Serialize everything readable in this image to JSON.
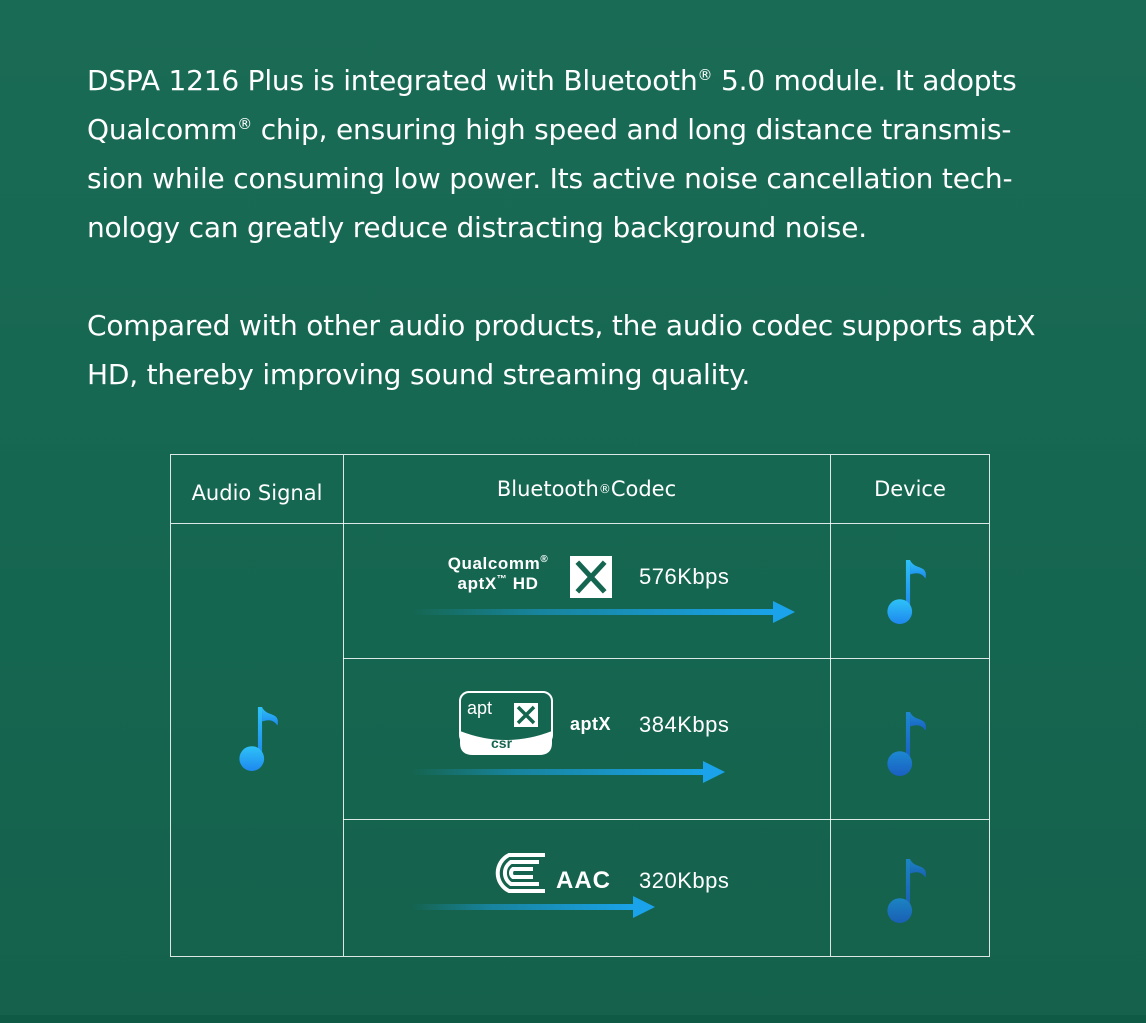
{
  "intro": {
    "p1_a": "DSPA 1216 Plus is integrated with Bluetooth",
    "reg": "®",
    "p1_b": " 5.0 module. It adopts Qualcomm",
    "p1_c": " chip, ensuring high speed and long distance transmis-sion while consuming low power. Its active noise cancellation tech-nology can greatly reduce distracting background noise.",
    "p2": "Compared with other audio products, the audio codec supports aptX HD, thereby improving sound streaming quality."
  },
  "table": {
    "headers": {
      "signal": "Audio Signal",
      "codec_a": "Bluetooth",
      "codec_reg": "®",
      "codec_b": " Codec",
      "device": "Device"
    },
    "rows": [
      {
        "brand_line1": "Qualcomm",
        "brand_line1_mark": "®",
        "brand_line2": "aptX",
        "brand_line2_mark": "™",
        "brand_line2_tail": " HD",
        "rate": "576Kbps"
      },
      {
        "logo_text": "apt",
        "logo_sub": "csr",
        "label": "aptX",
        "rate": "384Kbps"
      },
      {
        "label": "AAC",
        "rate": "320Kbps"
      }
    ]
  },
  "colors": {
    "background": "#186a54",
    "note_light": "#29b6f6",
    "note_dark": "#1e5fd6",
    "arrow": "#1aa3ea"
  },
  "icons": [
    "music-note-icon",
    "arrow-right-icon",
    "aptx-x-icon",
    "aac-logo-icon"
  ]
}
